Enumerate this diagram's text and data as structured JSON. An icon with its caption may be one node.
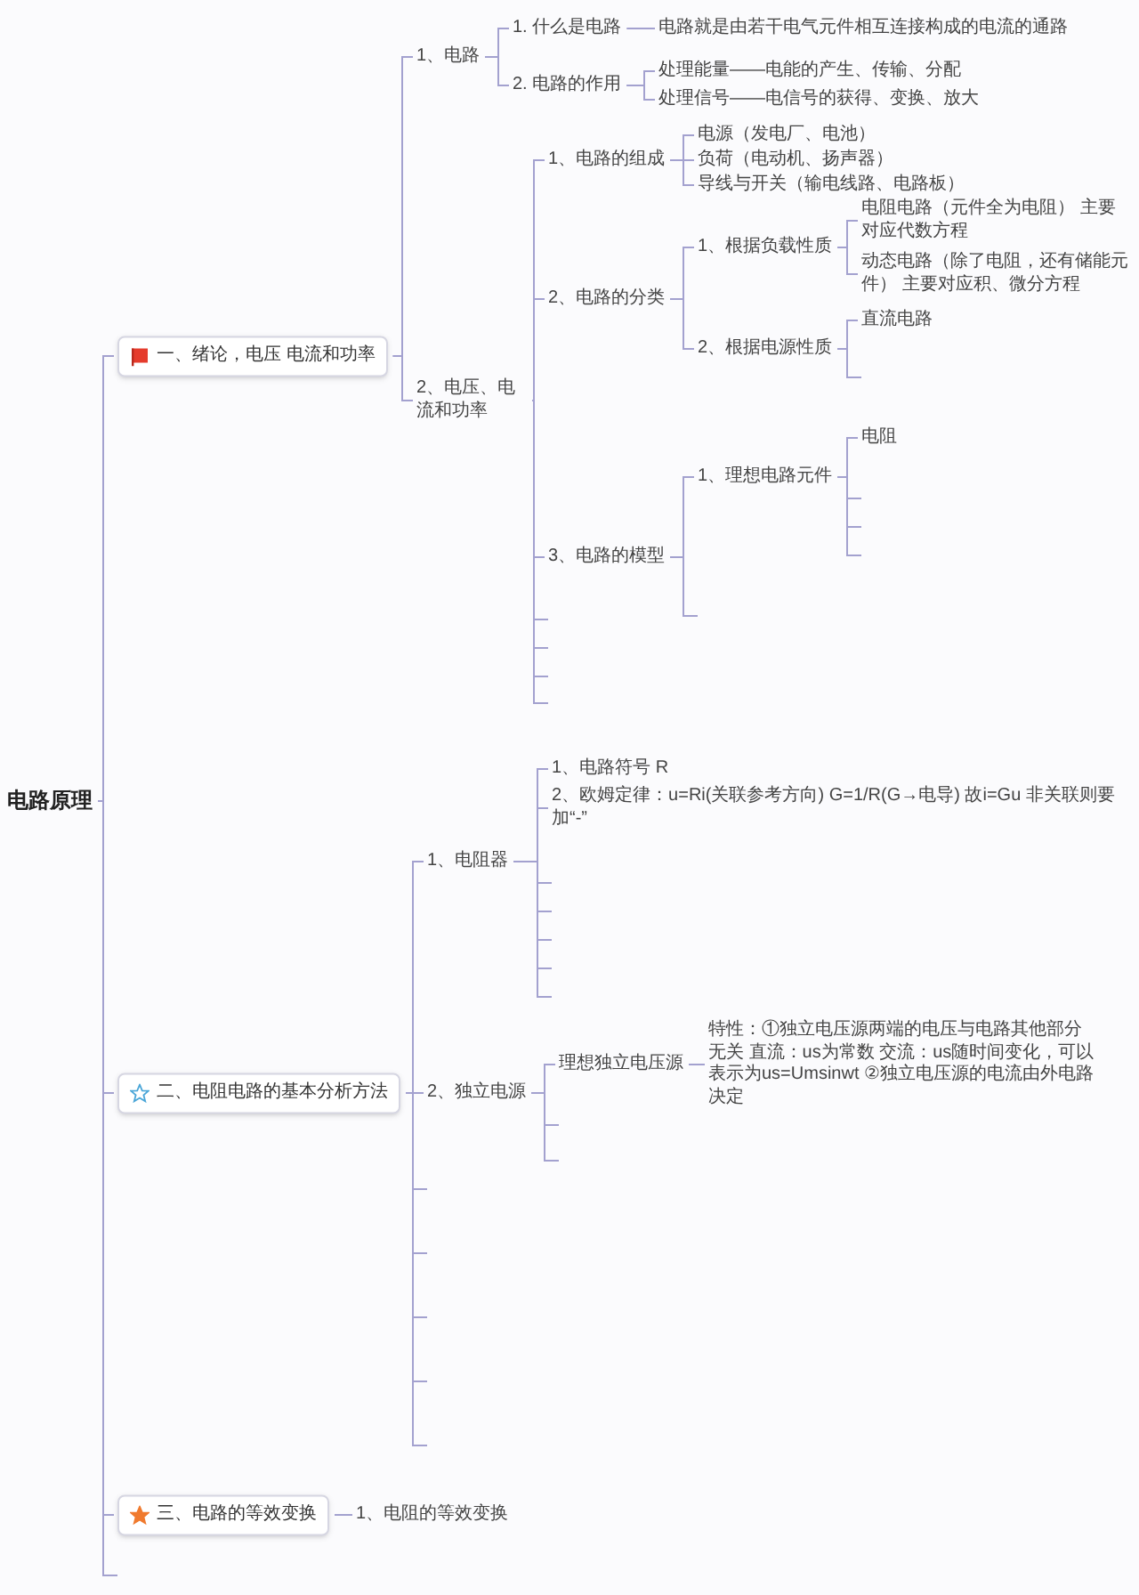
{
  "diagram": {
    "nodes": [
      {
        "text": [
          "电路原理"
        ]
      },
      {
        "text": [
          "一、绪论，电压 电流和功率"
        ]
      },
      {
        "text": [
          "1、电路"
        ]
      },
      {
        "text": [
          "1. 什么是电路"
        ]
      },
      {
        "text": [
          "电路就是由若干电气元件相互连接构成的电流的通路"
        ]
      },
      {
        "text": [
          "2. 电路的作用"
        ]
      },
      {
        "text": [
          "处理能量——电能的产生、传输、分配"
        ]
      },
      {
        "text": [
          "处理信号——电信号的获得、变换、放大"
        ]
      },
      {
        "text": [
          "2、电压、电流和功率"
        ]
      },
      {
        "text": [
          "1、电路的组成"
        ]
      },
      {
        "text": [
          "电源（发电厂、电池）"
        ]
      },
      {
        "text": [
          "负荷（电动机、扬声器）"
        ]
      },
      {
        "text": [
          "导线与开关（输电线路、电路板）"
        ]
      },
      {
        "text": [
          "2、电路的分类"
        ]
      },
      {
        "text": [
          "1、根据负载性质"
        ]
      },
      {
        "text": [
          "电阻电路（元件全为电阻） 主要对应代数方程"
        ]
      },
      {
        "text": [
          "动态电路（除了电阻，还有储能元件） 主要对应积、微分方程"
        ]
      },
      {
        "text": [
          "2、根据电源性质"
        ]
      },
      {
        "text": [
          "直流电路"
        ]
      },
      {
        "text": [
          "3、电路的模型"
        ]
      },
      {
        "text": [
          "1、理想电路元件"
        ]
      },
      {
        "text": [
          "电阻"
        ]
      },
      {
        "text": [
          "二、电阻电路的基本分析方法"
        ]
      },
      {
        "text": [
          "1、电阻器"
        ]
      },
      {
        "text": [
          "1、电路符号 R"
        ]
      },
      {
        "text": [
          "2、欧姆定律：u=Ri(关联参考方向) G=1/R(G→电导) 故i=Gu 非关联则要加“-”"
        ]
      },
      {
        "text": [
          "2、独立电源"
        ]
      },
      {
        "text": [
          "理想独立电压源"
        ]
      },
      {
        "text": [
          "特性：①独立电压源两端的电压与电路其他部分无关 直流：us为常数 交流：us随时间变化，可以表示为us=Umsinwt ②独立电压源的电流由外电路决定"
        ]
      },
      {
        "text": [
          "三、电路的等效变换"
        ]
      },
      {
        "text": [
          "1、电阻的等效变换"
        ]
      }
    ],
    "edges": [
      {
        "from": 0,
        "to": 1,
        "arrow": "none"
      },
      {
        "from": 1,
        "to": 2,
        "arrow": "none"
      },
      {
        "from": 2,
        "to": 3,
        "arrow": "none"
      },
      {
        "from": 3,
        "to": 4,
        "arrow": "none"
      },
      {
        "from": 2,
        "to": 5,
        "arrow": "none"
      },
      {
        "from": 5,
        "to": 6,
        "arrow": "none"
      },
      {
        "from": 5,
        "to": 7,
        "arrow": "none"
      },
      {
        "from": 1,
        "to": 8,
        "arrow": "none"
      },
      {
        "from": 8,
        "to": 9,
        "arrow": "none"
      },
      {
        "from": 9,
        "to": 10,
        "arrow": "none"
      },
      {
        "from": 9,
        "to": 11,
        "arrow": "none"
      },
      {
        "from": 9,
        "to": 12,
        "arrow": "none"
      },
      {
        "from": 8,
        "to": 13,
        "arrow": "none"
      },
      {
        "from": 13,
        "to": 14,
        "arrow": "none"
      },
      {
        "from": 14,
        "to": 15,
        "arrow": "none"
      },
      {
        "from": 14,
        "to": 16,
        "arrow": "none"
      },
      {
        "from": 13,
        "to": 17,
        "arrow": "none"
      },
      {
        "from": 17,
        "to": 18,
        "arrow": "none"
      },
      {
        "from": 17,
        "to": null,
        "arrow": "none"
      },
      {
        "from": 8,
        "to": 19,
        "arrow": "none"
      },
      {
        "from": 19,
        "to": 20,
        "arrow": "none"
      },
      {
        "from": 20,
        "to": 21,
        "arrow": "none"
      },
      {
        "from": 20,
        "to": null,
        "arrow": "none"
      },
      {
        "from": 20,
        "to": null,
        "arrow": "none"
      },
      {
        "from": 20,
        "to": null,
        "arrow": "none"
      },
      {
        "from": 19,
        "to": null,
        "arrow": "none"
      },
      {
        "from": 8,
        "to": null,
        "arrow": "none"
      },
      {
        "from": 8,
        "to": null,
        "arrow": "none"
      },
      {
        "from": 8,
        "to": null,
        "arrow": "none"
      },
      {
        "from": 8,
        "to": null,
        "arrow": "none"
      },
      {
        "from": 0,
        "to": 22,
        "arrow": "none"
      },
      {
        "from": 22,
        "to": 23,
        "arrow": "none"
      },
      {
        "from": 23,
        "to": 24,
        "arrow": "none"
      },
      {
        "from": 23,
        "to": 25,
        "arrow": "none"
      },
      {
        "from": 23,
        "to": null,
        "arrow": "none"
      },
      {
        "from": 23,
        "to": null,
        "arrow": "none"
      },
      {
        "from": 23,
        "to": null,
        "arrow": "none"
      },
      {
        "from": 23,
        "to": null,
        "arrow": "none"
      },
      {
        "from": 23,
        "to": null,
        "arrow": "none"
      },
      {
        "from": 22,
        "to": 26,
        "arrow": "none"
      },
      {
        "from": 26,
        "to": 27,
        "arrow": "none"
      },
      {
        "from": 27,
        "to": 28,
        "arrow": "none"
      },
      {
        "from": 26,
        "to": null,
        "arrow": "none"
      },
      {
        "from": 26,
        "to": null,
        "arrow": "none"
      },
      {
        "from": 22,
        "to": null,
        "arrow": "none"
      },
      {
        "from": 22,
        "to": null,
        "arrow": "none"
      },
      {
        "from": 22,
        "to": null,
        "arrow": "none"
      },
      {
        "from": 22,
        "to": null,
        "arrow": "none"
      },
      {
        "from": 22,
        "to": null,
        "arrow": "none"
      },
      {
        "from": 0,
        "to": 29,
        "arrow": "none"
      },
      {
        "from": 29,
        "to": 30,
        "arrow": "none"
      },
      {
        "from": 0,
        "to": null,
        "arrow": "none"
      }
    ]
  }
}
